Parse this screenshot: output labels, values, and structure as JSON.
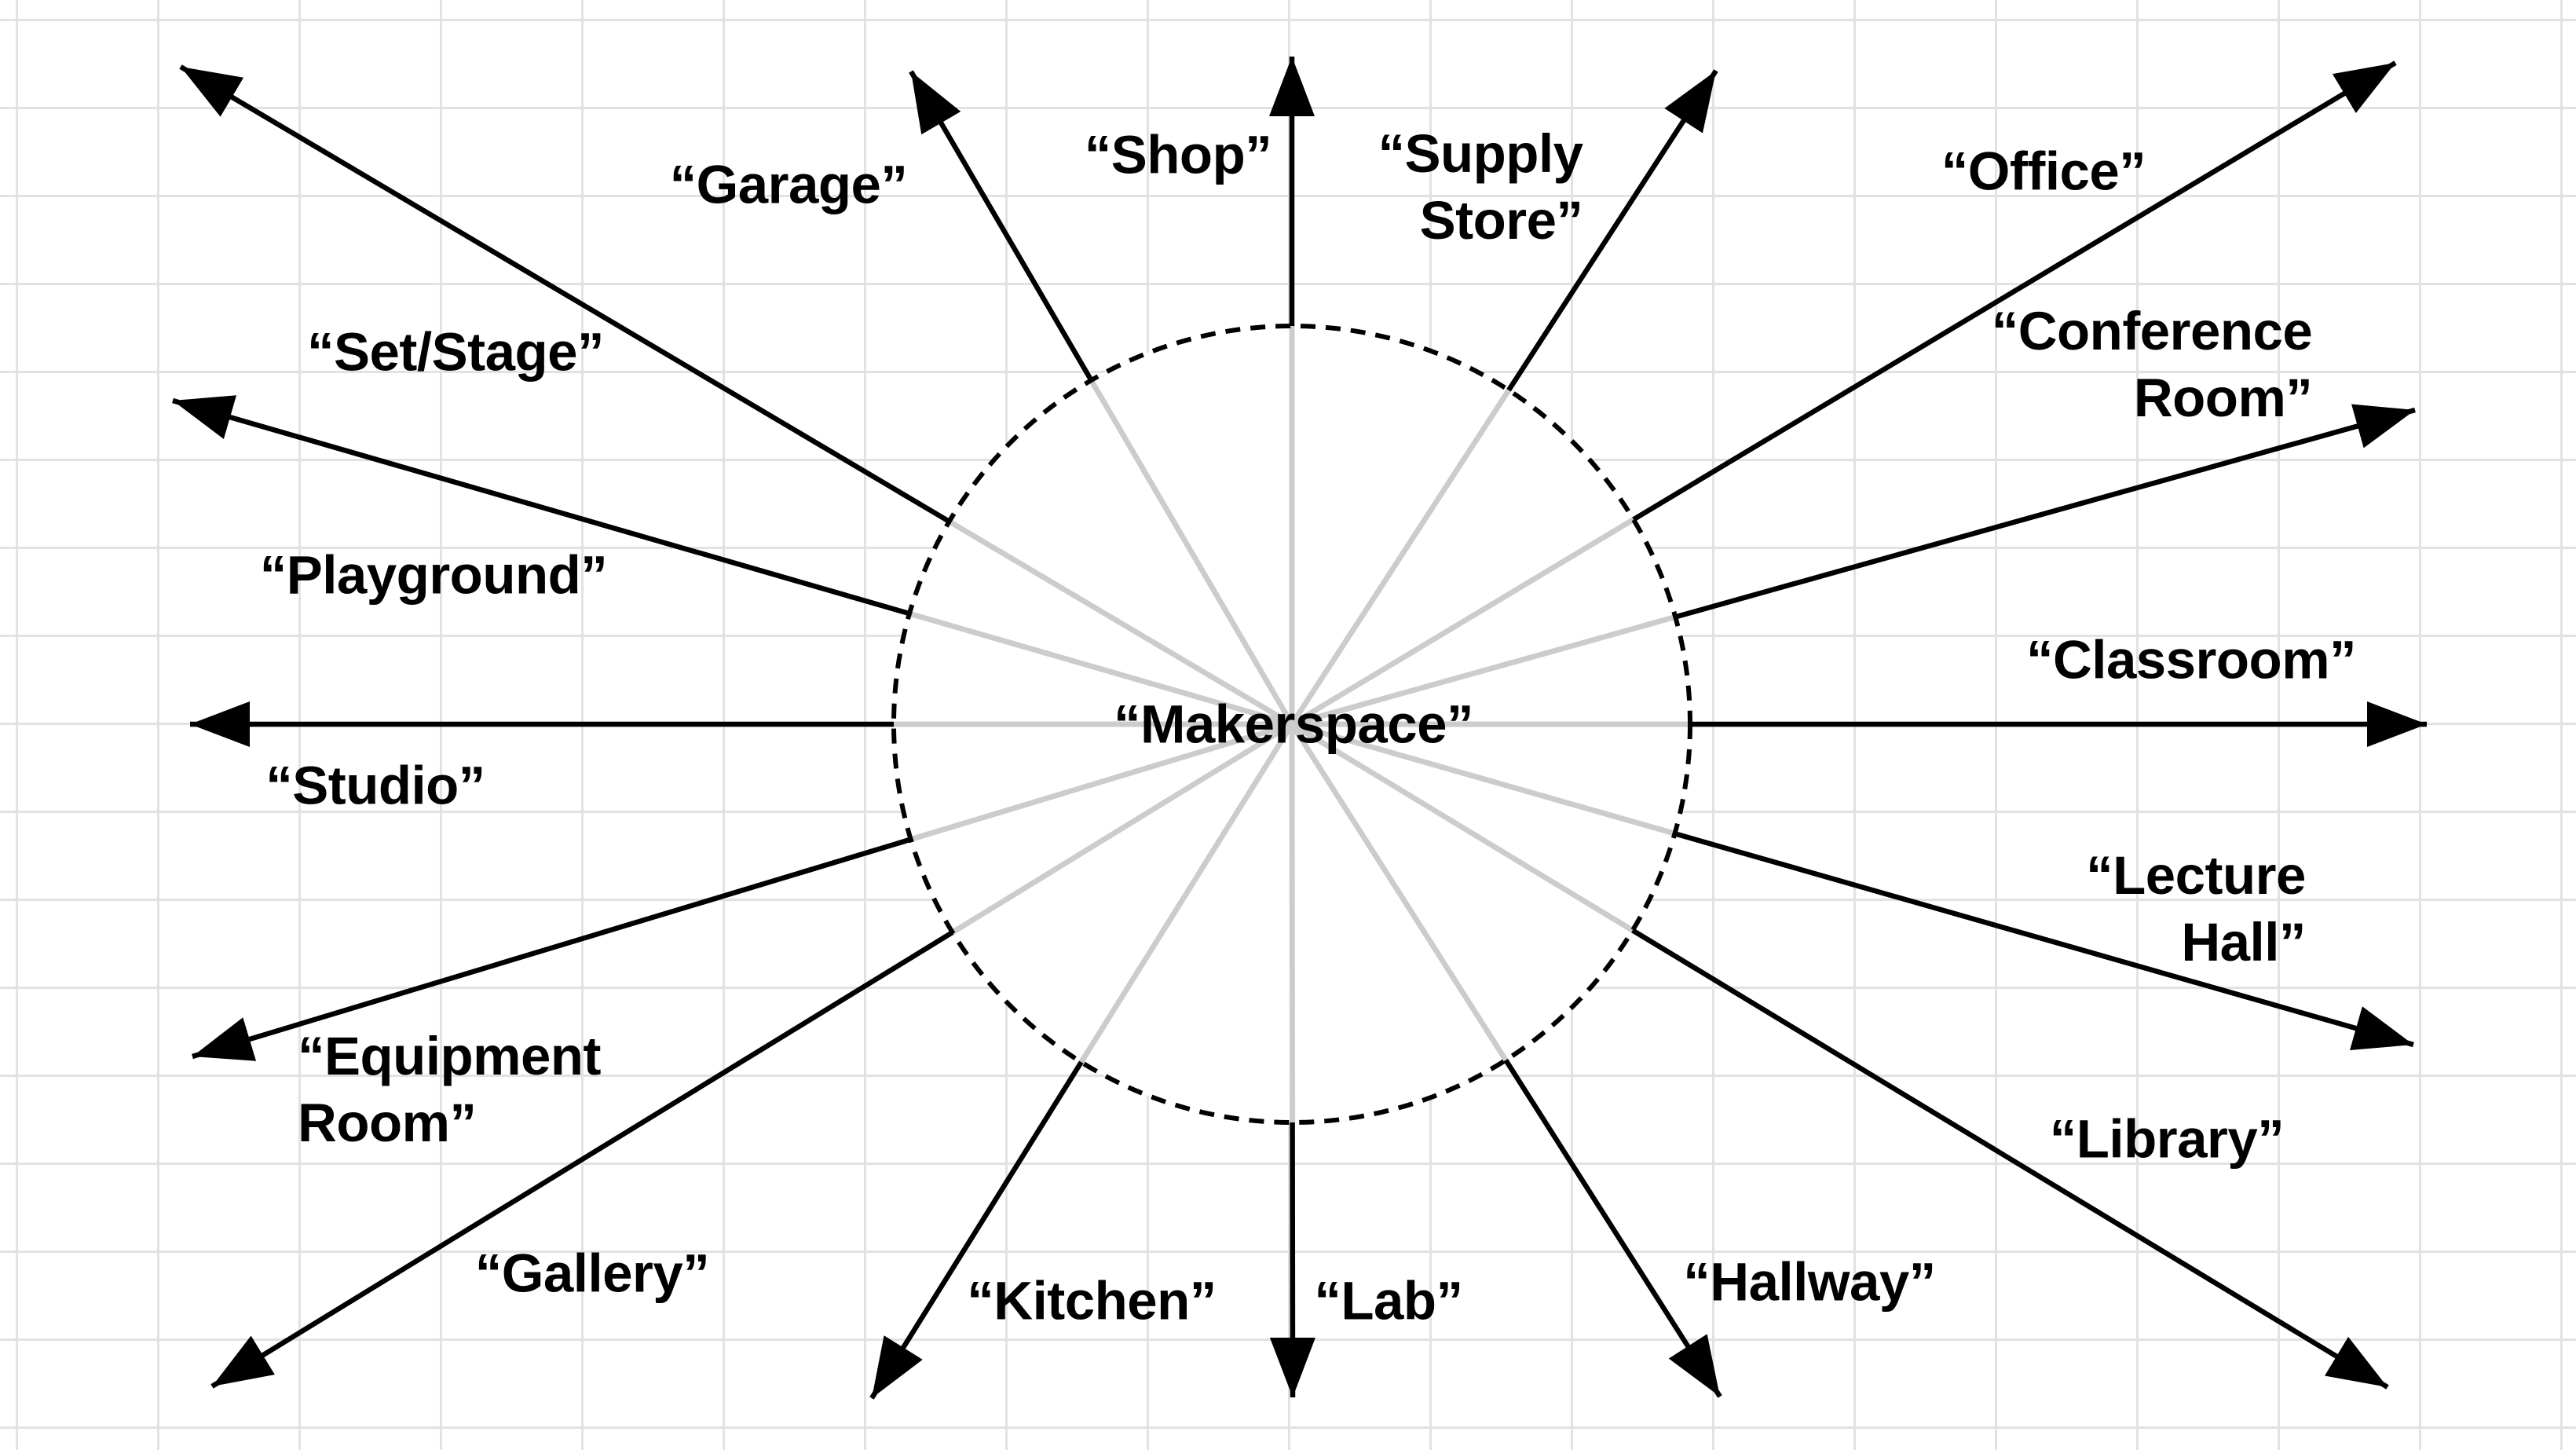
{
  "diagram": {
    "center": {
      "label": "“Makerspace”"
    },
    "spokes": [
      {
        "id": "shop",
        "label": "“Shop”"
      },
      {
        "id": "supply-store",
        "label": "“Supply\nStore”"
      },
      {
        "id": "office",
        "label": "“Office”"
      },
      {
        "id": "conference-room",
        "label": "“Conference\nRoom”"
      },
      {
        "id": "classroom",
        "label": "“Classroom”"
      },
      {
        "id": "lecture-hall",
        "label": "“Lecture\nHall”"
      },
      {
        "id": "library",
        "label": "“Library”"
      },
      {
        "id": "hallway",
        "label": "“Hallway”"
      },
      {
        "id": "lab",
        "label": "“Lab”"
      },
      {
        "id": "kitchen",
        "label": "“Kitchen”"
      },
      {
        "id": "gallery",
        "label": "“Gallery”"
      },
      {
        "id": "equipment-room",
        "label": "“Equipment\nRoom”"
      },
      {
        "id": "studio",
        "label": "“Studio”"
      },
      {
        "id": "playground",
        "label": "“Playground”"
      },
      {
        "id": "set-stage",
        "label": "“Set/Stage”"
      },
      {
        "id": "garage",
        "label": "“Garage”"
      }
    ]
  },
  "colors": {
    "background": "#ffffff",
    "grid": "#e2e2e2",
    "ray": "#cccccc",
    "arrow": "#000000",
    "circle": "#000000",
    "text": "#000000"
  }
}
